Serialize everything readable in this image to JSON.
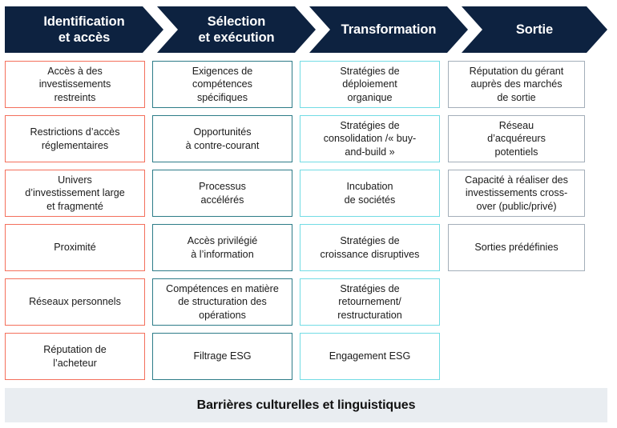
{
  "diagram": {
    "title": "Barrières culturelles et linguistiques",
    "colors": {
      "header_navy": "#0D2240",
      "column_1_border": "#F4705C",
      "column_2_border": "#2D7C88",
      "column_3_border": "#72DCE4",
      "column_4_border": "#A3AEB9",
      "banner_background": "#E9EDF1",
      "canvas": "#FFFFFF"
    },
    "stages": [
      {
        "label": "Identification\net accès"
      },
      {
        "label": "Sélection\net exécution"
      },
      {
        "label": "Transformation"
      },
      {
        "label": "Sortie"
      }
    ],
    "columns": [
      {
        "stage": "Identification et accès",
        "accent": "#F4705C",
        "items": [
          "Accès à des\ninvestissements\nrestreints",
          "Restrictions d’accès\nréglementaires",
          "Univers\nd’investissement large\net fragmenté",
          "Proximité",
          "Réseaux personnels",
          "Réputation de\nl’acheteur"
        ]
      },
      {
        "stage": "Sélection et exécution",
        "accent": "#2D7C88",
        "items": [
          "Exigences de\ncompétences\nspécifiques",
          "Opportunités\nà contre-courant",
          "Processus\naccélérés",
          "Accès privilégié\nà l’information",
          "Compétences en matière\nde structuration des\nopérations",
          "Filtrage ESG"
        ]
      },
      {
        "stage": "Transformation",
        "accent": "#72DCE4",
        "items": [
          "Stratégies de\ndéploiement\norganique",
          "Stratégies de\nconsolidation /« buy-\nand-build »",
          "Incubation\nde sociétés",
          "Stratégies de\ncroissance disruptives",
          "Stratégies de\nretournement/\nrestructuration",
          "Engagement ESG"
        ]
      },
      {
        "stage": "Sortie",
        "accent": "#A3AEB9",
        "items": [
          "Réputation du gérant\nauprès des marchés\nde sortie",
          "Réseau\nd’acquéreurs\npotentiels",
          "Capacité à réaliser des\ninvestissements cross-\nover (public/privé)",
          "Sorties prédéfinies"
        ]
      }
    ],
    "footer_banner": "Barrières culturelles et linguistiques"
  }
}
